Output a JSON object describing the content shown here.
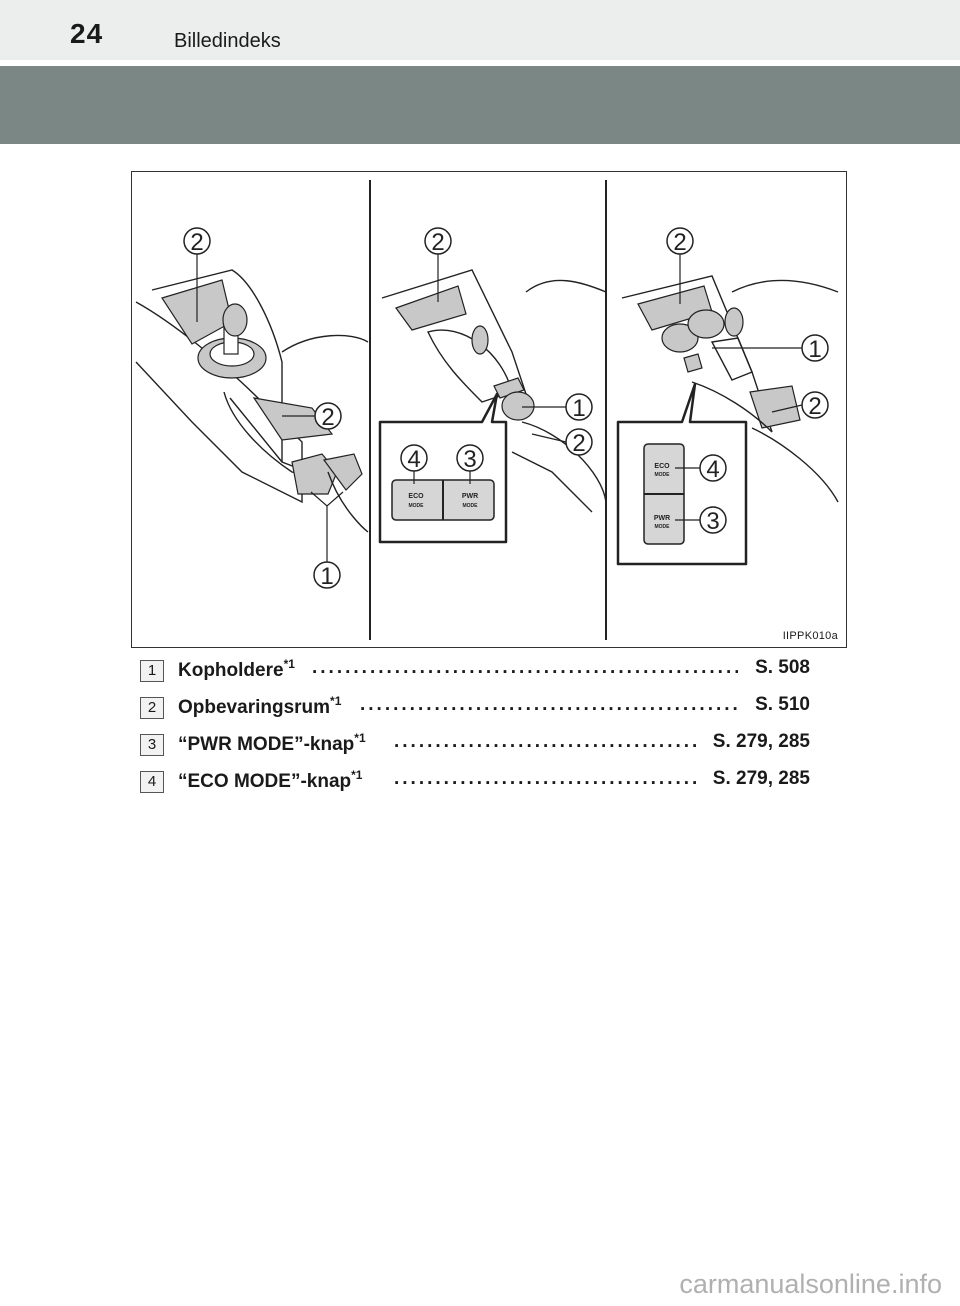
{
  "header": {
    "page_number": "24",
    "section_title": "Billedindeks"
  },
  "figure": {
    "code": "IIPPK010a",
    "panel_left": {
      "callouts": [
        "2",
        "2",
        "1"
      ]
    },
    "panel_middle": {
      "callouts": [
        "2",
        "1",
        "2",
        "4",
        "3"
      ],
      "buttons": [
        "ECO",
        "MODE",
        "PWR",
        "MODE"
      ]
    },
    "panel_right": {
      "callouts": [
        "2",
        "1",
        "2",
        "4",
        "3"
      ],
      "buttons": [
        "ECO",
        "MODE",
        "PWR",
        "MODE"
      ]
    }
  },
  "legend": [
    {
      "num": "1",
      "label": "Kopholdere",
      "sup": "*1",
      "page": "S. 508"
    },
    {
      "num": "2",
      "label": "Opbevaringsrum",
      "sup": "*1",
      "page": "S. 510"
    },
    {
      "num": "3",
      "label": "“PWR MODE”-knap",
      "sup": "*1",
      "page": "S. 279, 285"
    },
    {
      "num": "4",
      "label": "“ECO MODE”-knap",
      "sup": "*1",
      "page": "S. 279, 285"
    }
  ],
  "watermark": "carmanualsonline.info"
}
